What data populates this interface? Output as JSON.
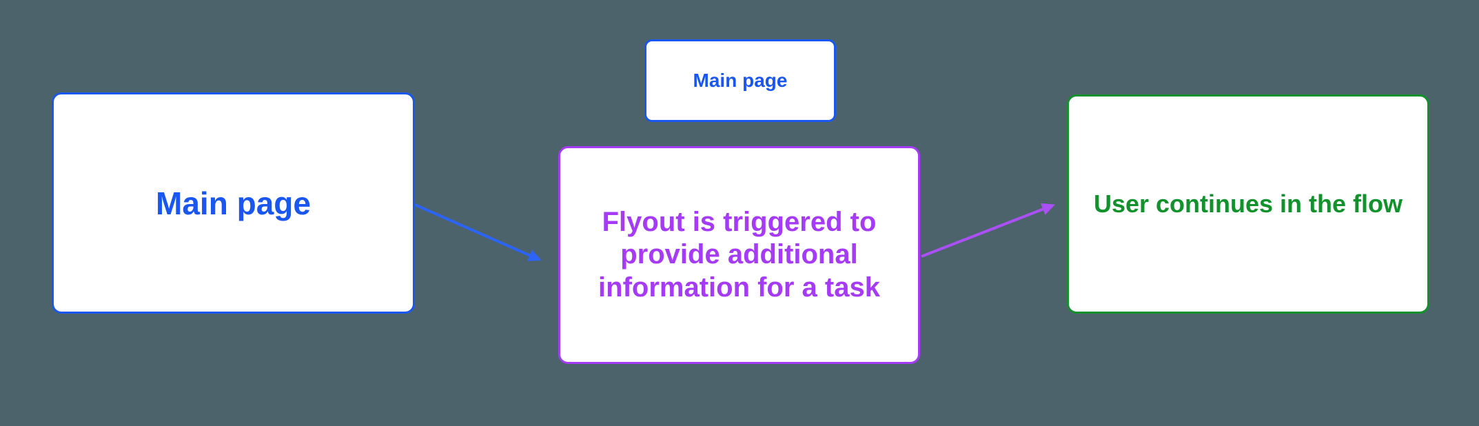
{
  "diagram": {
    "background_color": "#4C636B",
    "nodes": [
      {
        "id": "main-page",
        "label": "Main page",
        "color": "#1A56F0",
        "fill": "#FFFFFF"
      },
      {
        "id": "main-page-small",
        "label": "Main page",
        "color": "#1A56F0",
        "fill": "#FFFFFF"
      },
      {
        "id": "flyout",
        "label": "Flyout is triggered to\nprovide additional\ninformation for a task",
        "color": "#A63BF5",
        "fill": "#FFFFFF"
      },
      {
        "id": "user-continues",
        "label": "User continues in the flow",
        "color": "#12912C",
        "fill": "#FFFFFF"
      }
    ],
    "edges": [
      {
        "from": "main-page",
        "to": "flyout",
        "color": "#2C64F8"
      },
      {
        "from": "flyout",
        "to": "user-continues",
        "color": "#AB4FF7"
      }
    ]
  }
}
